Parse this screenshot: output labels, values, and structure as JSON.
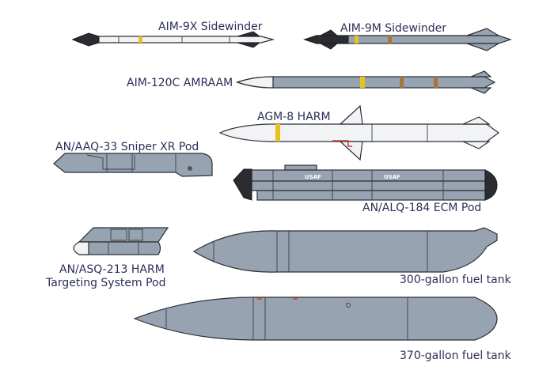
{
  "items": [
    {
      "label": "AIM-9X Sidewinder"
    },
    {
      "label": "AIM-9M Sidewinder"
    },
    {
      "label": "AIM-120C AMRAAM"
    },
    {
      "label": "AGM-8 HARM"
    },
    {
      "label": "AN/AAQ-33 Sniper XR Pod"
    },
    {
      "label": "AN/ALQ-184 ECM Pod",
      "stencil": "USAF"
    },
    {
      "label_line1": "AN/ASQ-213 HARM",
      "label_line2": "Targeting System Pod"
    },
    {
      "label": "300-gallon fuel tank"
    },
    {
      "label": "370-gallon fuel tank"
    }
  ],
  "colors": {
    "body": "#97a3b0",
    "text": "#2b2f58",
    "band_yellow": "#e8c21c",
    "band_brown": "#a9743a",
    "accent_red": "#d23a2a"
  }
}
